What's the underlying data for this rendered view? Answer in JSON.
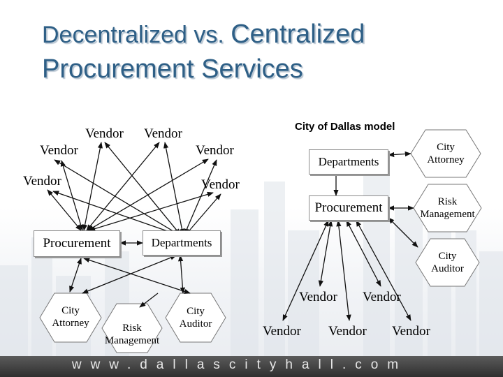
{
  "title": {
    "part1": "Decentralized vs. ",
    "part2": "Centralized",
    "line2": "Procurement Services"
  },
  "decentralized": {
    "vendors": [
      "Vendor",
      "Vendor",
      "Vendor",
      "Vendor",
      "Vendor",
      "Vendor"
    ],
    "procurement": "Procurement",
    "departments": "Departments",
    "city_attorney": [
      "City",
      "Attorney"
    ],
    "risk_management": [
      "Risk",
      "Management"
    ],
    "city_auditor": [
      "City",
      "Auditor"
    ]
  },
  "centralized": {
    "model_title": "City of Dallas model",
    "departments": "Departments",
    "procurement": "Procurement",
    "city_attorney": [
      "City",
      "Attorney"
    ],
    "risk_management": [
      "Risk",
      "Management"
    ],
    "city_auditor": [
      "City",
      "Auditor"
    ],
    "vendors": [
      "Vendor",
      "Vendor",
      "Vendor",
      "Vendor",
      "Vendor"
    ]
  },
  "footer": {
    "url": "www.dallascityhall.com"
  },
  "colors": {
    "title": "#2e5f86",
    "footer_bg": "#3a3a3a",
    "footer_text": "#e8e8e8"
  }
}
